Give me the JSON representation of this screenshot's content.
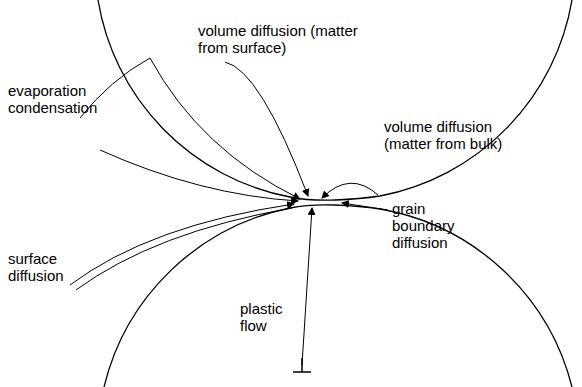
{
  "diagram": {
    "labels": [
      "volume diffusion (matter from surface)",
      "evaporation condensation",
      "volume diffusion (matter from bulk)",
      "grain boundary diffusion",
      "surface diffusion",
      "plastic flow"
    ]
  }
}
